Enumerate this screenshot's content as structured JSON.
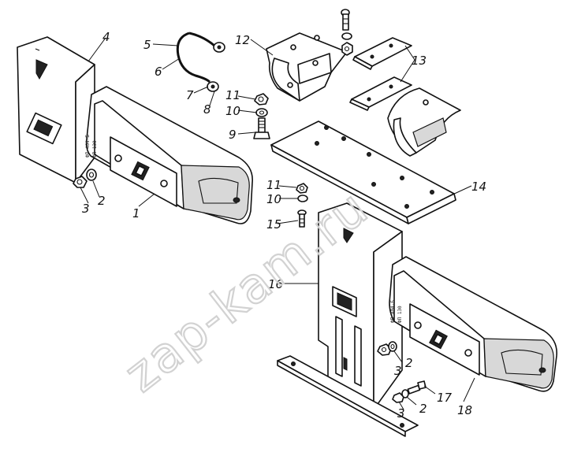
{
  "diagram": {
    "watermark": "zap-kam.ru",
    "callouts": {
      "c1": "1",
      "c2a": "2",
      "c3a": "3",
      "c4": "4",
      "c5": "5",
      "c6": "6",
      "c7": "7",
      "c8": "8",
      "c9": "9",
      "c10a": "10",
      "c11a": "11",
      "c12": "12",
      "c13": "13",
      "c14": "14",
      "c10b": "10",
      "c11b": "11",
      "c15": "15",
      "c16": "16",
      "c2b": "2",
      "c3b": "3",
      "c2c": "2",
      "c3c": "3",
      "c17": "17",
      "c18": "18"
    },
    "plate_texts": {
      "left_line1": "ФП 404-Б",
      "left_line2": "ФП 130",
      "right_line1": "ФП 404-Б",
      "right_line2": "ФП 130"
    }
  }
}
